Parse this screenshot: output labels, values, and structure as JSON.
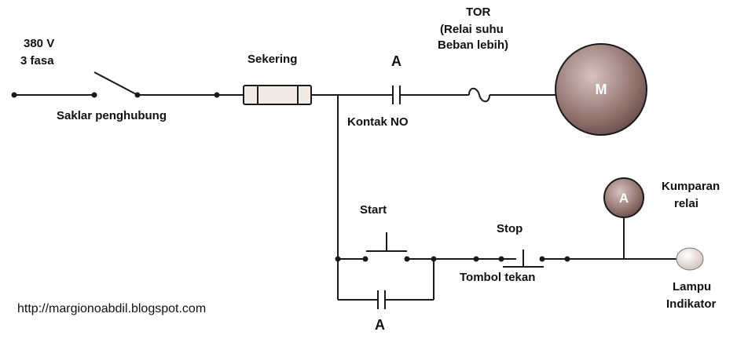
{
  "supply": {
    "line1": "380 V",
    "line2": "3 fasa"
  },
  "switch_label": "Saklar penghubung",
  "fuse_label": "Sekering",
  "contact_top_letter": "A",
  "contact_top_label": "Kontak NO",
  "tor": {
    "line1": "TOR",
    "line2": "(Relai suhu",
    "line3": "Beban lebih)"
  },
  "motor_label": "M",
  "start_label": "Start",
  "stop_label": "Stop",
  "pushbutton_label": "Tombol tekan",
  "coil_letter": "A",
  "coil_label": {
    "line1": "Kumparan",
    "line2": "relai"
  },
  "lamp_label": {
    "line1": "Lampu",
    "line2": "Indikator"
  },
  "contact_bottom_letter": "A",
  "url": "http://margionoabdil.blogspot.com",
  "colors": {
    "motor_fill": "#8a6b66",
    "coil_fill": "#8a6b66",
    "lamp_fill": "#efe6df",
    "fuse_fill": "#f2ebe4"
  }
}
